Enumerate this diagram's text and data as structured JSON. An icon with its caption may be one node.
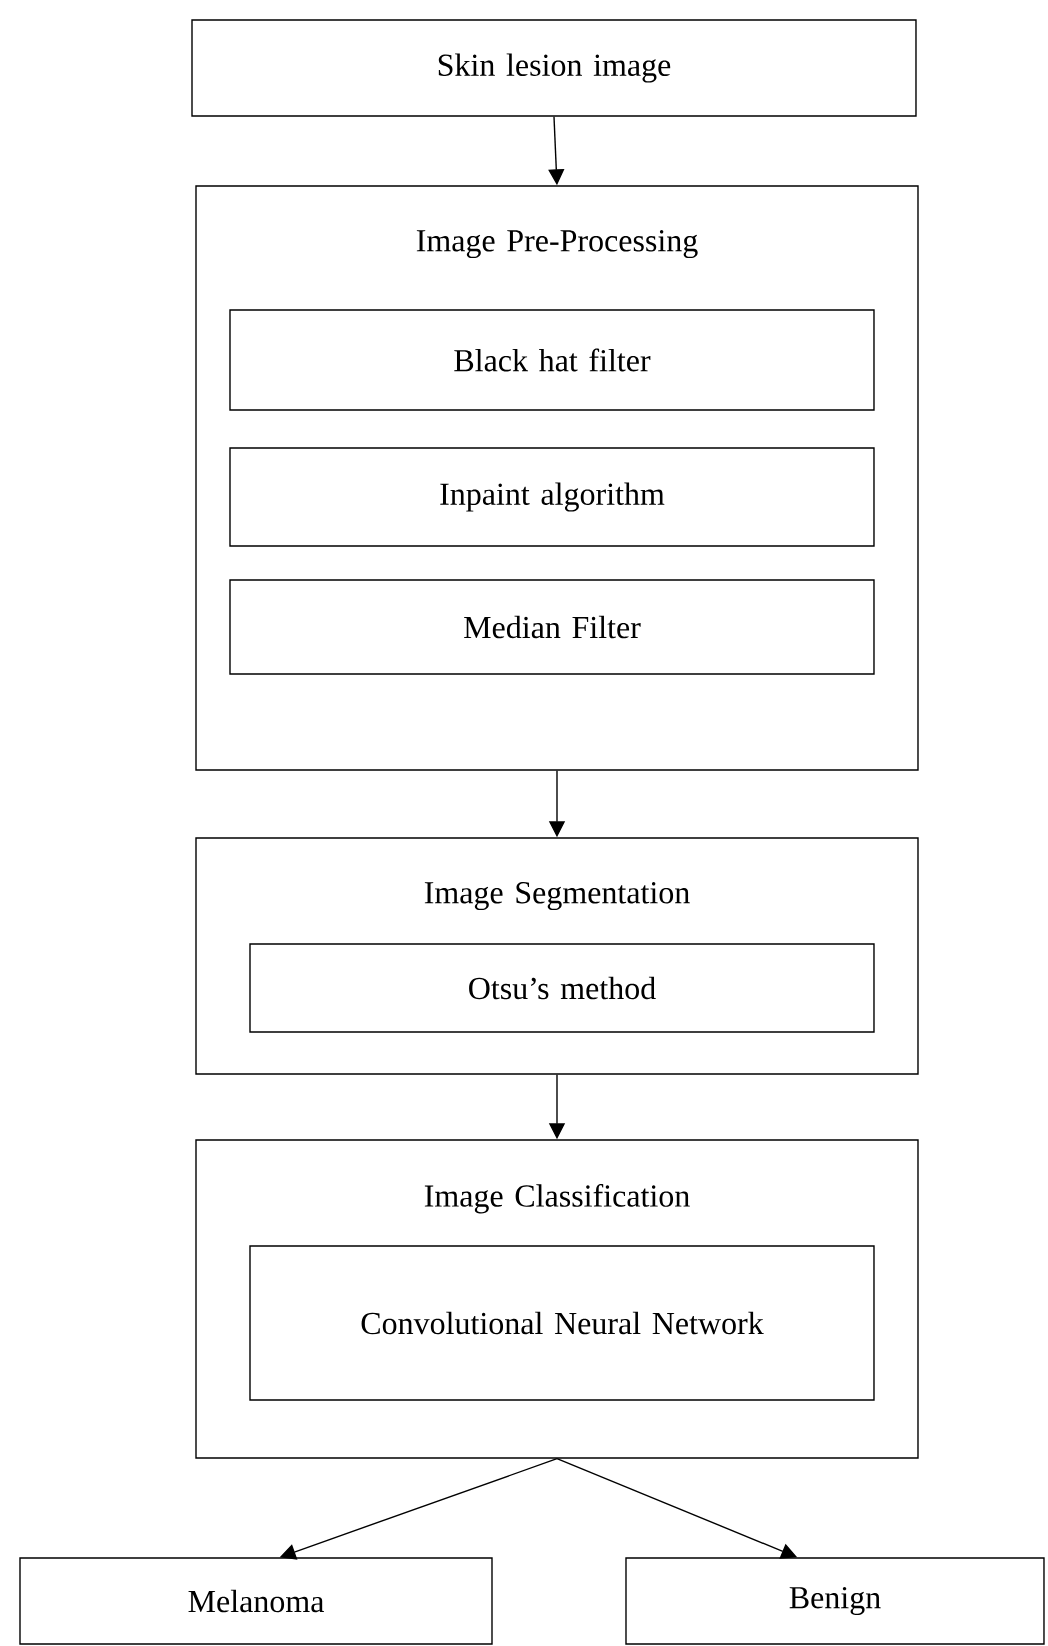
{
  "diagram": {
    "nodes": [
      {
        "text": [
          "Skin lesion image"
        ]
      },
      {
        "text": [
          "Image Pre-Processing"
        ]
      },
      {
        "text": [
          "Black hat filter"
        ],
        "in": 1
      },
      {
        "text": [
          "Inpaint algorithm"
        ],
        "in": 1
      },
      {
        "text": [
          "Median Filter"
        ],
        "in": 1
      },
      {
        "text": [
          "Image Segmentation"
        ]
      },
      {
        "text": [
          "Otsu’s method"
        ],
        "in": 5
      },
      {
        "text": [
          "Image Classification"
        ]
      },
      {
        "text": [
          "Convolutional Neural Network"
        ],
        "in": 7
      },
      {
        "text": [
          "Melanoma"
        ]
      },
      {
        "text": [
          "Benign"
        ]
      }
    ],
    "edges": [
      {
        "from": 0,
        "to": 1,
        "arrow": "to"
      },
      {
        "from": 1,
        "to": 5,
        "arrow": "to"
      },
      {
        "from": 5,
        "to": 7,
        "arrow": "to"
      },
      {
        "from": 7,
        "to": 9,
        "arrow": "to"
      },
      {
        "from": 7,
        "to": 10,
        "arrow": "to"
      }
    ]
  }
}
